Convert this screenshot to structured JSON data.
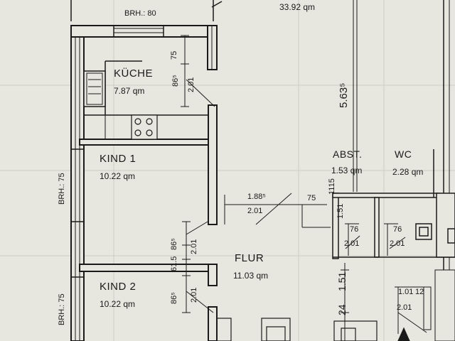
{
  "colors": {
    "paper": "#e7e6df",
    "ink": "#1a1a1a",
    "grid": "#cfcec6"
  },
  "rooms": {
    "kueche": {
      "name": "KÜCHE",
      "area": "7.87 qm"
    },
    "kind1": {
      "name": "KIND 1",
      "area": "10.22 qm"
    },
    "kind2": {
      "name": "KIND 2",
      "area": "10.22 qm"
    },
    "flur": {
      "name": "FLUR",
      "area": "11.03 qm"
    },
    "abst": {
      "name": "ABST.",
      "area": "1.53 qm"
    },
    "wc": {
      "name": "WC",
      "area": "2.28 qm"
    },
    "top": {
      "area": "33.92 qm"
    }
  },
  "labels": {
    "brh_top": "BRH.: 80",
    "brh_left1": "BRH.: 75",
    "brh_left2": "BRH.: 75",
    "d_75a": "75",
    "d_865a": "86⁵",
    "d_201a": "2.01",
    "d_563": "5.63⁵",
    "d_1885": "1.88⁵",
    "d_201b": "2.01",
    "d_75b": "75",
    "d_1115": "1115",
    "d_151a": "1.51",
    "d_76a": "76",
    "d_201c": "2.01",
    "d_76b": "76",
    "d_201d": "2.01",
    "d_865b": "86⁵",
    "d_201e": "2.01",
    "d_615": "61.5",
    "d_865c": "86⁵",
    "d_201f": "2.01",
    "d_24": "24",
    "d_151b": "1.51",
    "d_101": "1.01",
    "d_12": "12",
    "d_201g": "2.01"
  }
}
